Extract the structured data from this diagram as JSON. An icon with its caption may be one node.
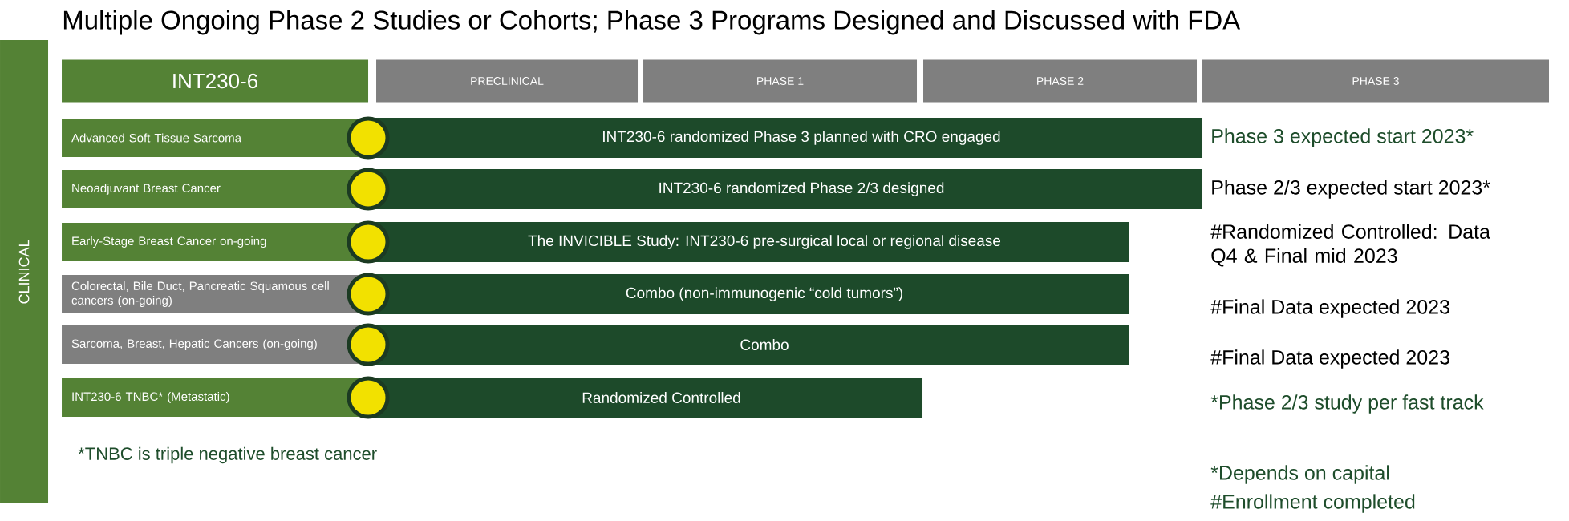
{
  "diagram": {
    "title": "Multiple Ongoing Phase 2 Studies or Cohorts; Phase 3 Programs Designed and Discussed with FDA",
    "nodes": [
      {
        "text": [
          "CLINICAL"
        ]
      },
      {
        "text": [
          "INT230-6"
        ]
      },
      {
        "text": [
          "PRECLINICAL"
        ]
      },
      {
        "text": [
          "PHASE 1"
        ]
      },
      {
        "text": [
          "PHASE 2"
        ]
      },
      {
        "text": [
          "PHASE 3"
        ]
      },
      {
        "text": [
          "Advanced Soft Tissue Sarcoma"
        ]
      },
      {
        "text": [
          "INT230-6 randomized Phase 3 planned with CRO engaged"
        ]
      },
      {
        "text": [
          "Neoadjuvant Breast Cancer"
        ]
      },
      {
        "text": [
          "INT230-6 randomized Phase 2/3 designed"
        ]
      },
      {
        "text": [
          "Early-Stage Breast Cancer on-going"
        ]
      },
      {
        "text": [
          "The INVICIBLE Study: INT230-6 pre-surgical local or regional disease"
        ]
      },
      {
        "text": [
          "Colorectal, Bile Duct, Pancreatic Squamous cell cancers (on-going)"
        ]
      },
      {
        "text": [
          "Combo (non-immunogenic “cold tumors”)"
        ]
      },
      {
        "text": [
          "Sarcoma, Breast, Hepatic Cancers (on-going)"
        ]
      },
      {
        "text": [
          "Combo"
        ]
      },
      {
        "text": [
          "INT230-6 TNBC* (Metastatic)"
        ]
      },
      {
        "text": [
          "Randomized Controlled"
        ]
      }
    ],
    "labels": [
      "Phase 3 expected start 2023*",
      "Phase 2/3 expected start 2023*",
      "#Randomized Controlled: Data Q4 & Final mid 2023",
      "#Final Data expected 2023",
      "#Final Data expected 2023",
      "*Phase 2/3 study per fast track",
      "*TNBC is triple negative breast cancer",
      "*Depends on capital",
      "#Enrollment completed"
    ]
  }
}
